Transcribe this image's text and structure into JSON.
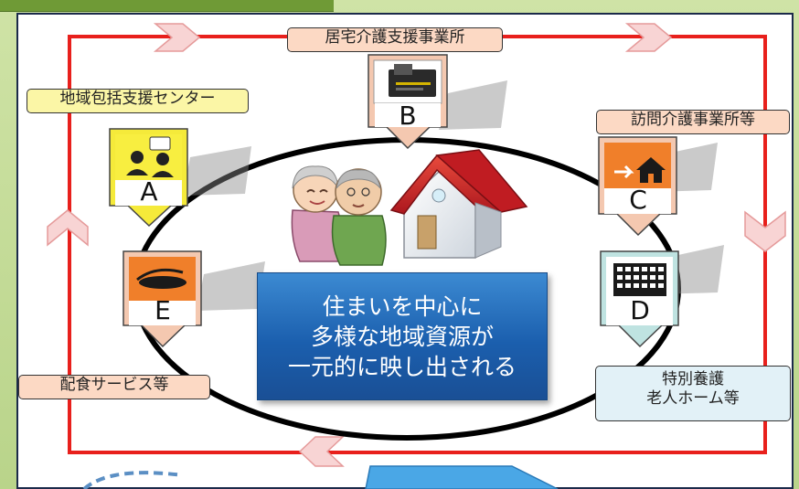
{
  "services": {
    "top": "居宅介護支援事業所",
    "top_left": "地域包括支援センター",
    "right_upper": "訪問介護事業所等",
    "right_lower_line1": "特別養護",
    "right_lower_line2": "老人ホーム等",
    "left_lower": "配食サービス等"
  },
  "pins": {
    "a": "A",
    "b": "B",
    "c": "C",
    "d": "D",
    "e": "E"
  },
  "center": {
    "line1": "住まいを中心に",
    "line2": "多様な地域資源が",
    "line3": "一元的に映し出される"
  },
  "colors": {
    "loop": "#e8201c",
    "arrow_fill": "#f8d4d4",
    "pin_pink": "#f4c8b0",
    "pin_yellow": "#f5ea3a",
    "pin_teal": "#bfe3e1",
    "center_box": "#1b5fae"
  }
}
